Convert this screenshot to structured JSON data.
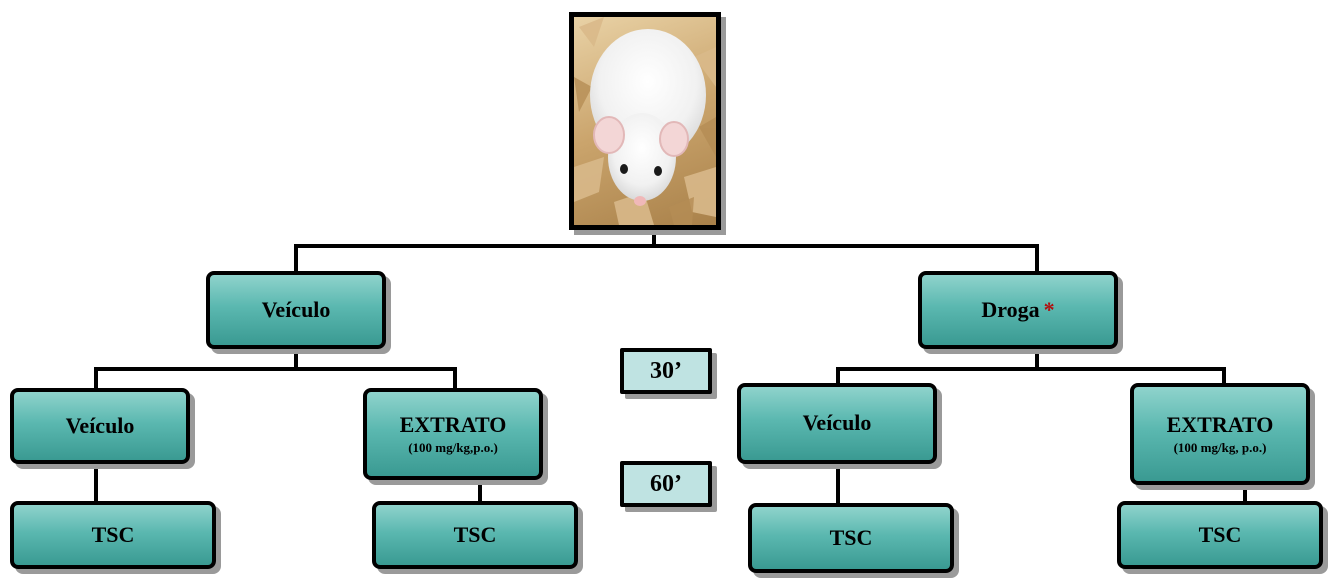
{
  "photo": {
    "subject": "white-mouse-photo"
  },
  "level1": [
    {
      "label": "Veículo",
      "star": ""
    },
    {
      "label": "Droga",
      "star": "*"
    }
  ],
  "level2": [
    {
      "label": "Veículo",
      "sub": ""
    },
    {
      "label": "EXTRATO",
      "sub": "(100 mg/kg,p.o.)"
    },
    {
      "label": "Veículo",
      "sub": ""
    },
    {
      "label": "EXTRATO",
      "sub": "(100 mg/kg, p.o.)"
    }
  ],
  "level3": [
    {
      "label": "TSC"
    },
    {
      "label": "TSC"
    },
    {
      "label": "TSC"
    },
    {
      "label": "TSC"
    }
  ],
  "times": {
    "first": "30’",
    "second": "60’"
  },
  "colors": {
    "box_fill": "#5bb8b0",
    "time_fill": "#bfe3e2",
    "star": "#b01010",
    "border": "#000000",
    "shadow": "#9a9a9a"
  }
}
